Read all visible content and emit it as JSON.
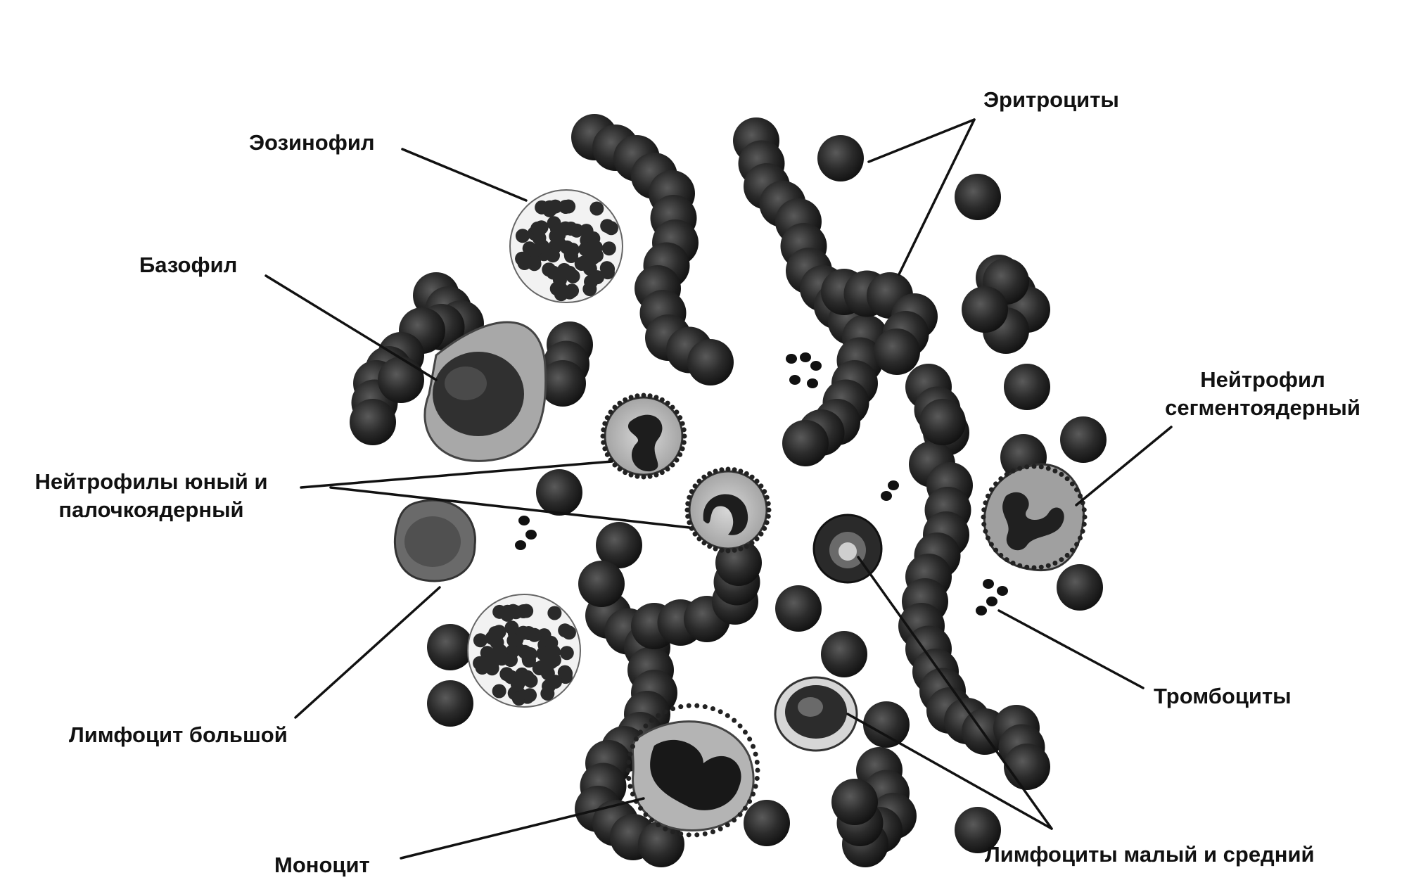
{
  "labels": {
    "eosinophil": "Эозинофил",
    "basophil": "Базофил",
    "erythrocytes": "Эритроциты",
    "neutrophil_segmented_line1": "Нейтрофил",
    "neutrophil_segmented_line2": "сегментоядерный",
    "neutrophils_young_band_line1": "Нейтрофилы юный и",
    "neutrophils_young_band_line2": "палочкоядерный",
    "lymphocyte_large": "Лимфоцит большой",
    "platelets": "Тромбоциты",
    "monocyte": "Моноцит",
    "lymphocytes_small_medium": "Лимфоциты малый и средний"
  },
  "colors": {
    "cell_dark": "#1a1a1a",
    "cell_mid": "#3a3a3a",
    "cytoplasm": "#8c8c8c",
    "line": "#111111",
    "background": "#ffffff"
  }
}
